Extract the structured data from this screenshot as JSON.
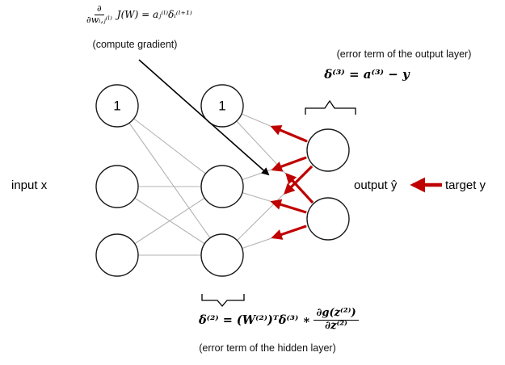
{
  "labels": {
    "input": "input x",
    "output": "output ŷ",
    "target": "target y"
  },
  "network": {
    "bias_label": "1",
    "layers": [
      "input",
      "hidden",
      "output"
    ],
    "layer_node_counts": [
      3,
      3,
      2
    ]
  },
  "annotations": {
    "gradient": {
      "frac_numerator": "∂",
      "frac_denominator": "∂wᵢ,ⱼ⁽ˡ⁾",
      "rhs": "J(W) = aⱼ⁽ˡ⁾δᵢ⁽ˡ⁺¹⁾",
      "caption": "(compute gradient)"
    },
    "output_error": {
      "caption": "(error term of the output layer)",
      "formula": "δ⁽³⁾ = a⁽³⁾ − y"
    },
    "hidden_error": {
      "lhs": "δ⁽²⁾ = (W⁽²⁾)ᵀδ⁽³⁾ ∗",
      "frac_numerator": "∂g(z⁽²⁾)",
      "frac_denominator": "∂z⁽²⁾",
      "caption": "(error term of the hidden layer)"
    }
  },
  "colors": {
    "arrow_red": "#C00000",
    "connection_gray": "#b3b3b3",
    "node_stroke": "#1a1a1a",
    "annotation_black": "#000000"
  }
}
